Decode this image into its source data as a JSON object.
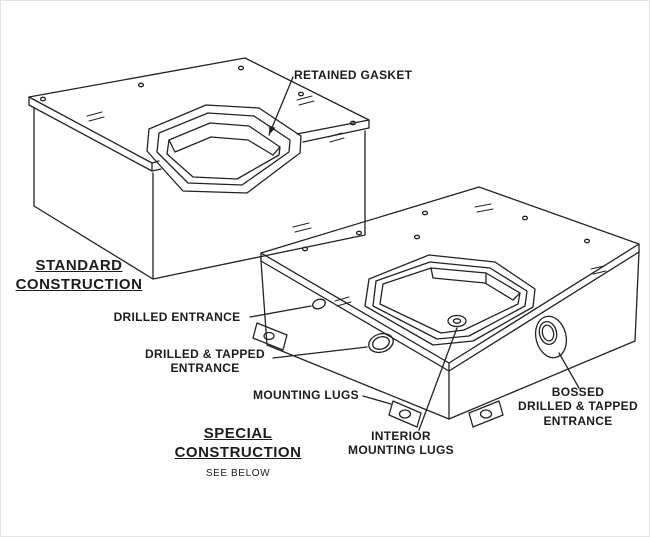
{
  "canvas": {
    "background": "#ffffff",
    "line_color": "#222222",
    "text_color": "#1c1c1c"
  },
  "standard_figure": {
    "caption_line1": "STANDARD",
    "caption_line2": "CONSTRUCTION",
    "callout_retained_gasket": "RETAINED GASKET"
  },
  "special_figure": {
    "caption_line1": "SPECIAL",
    "caption_line2": "CONSTRUCTION",
    "caption_note": "SEE BELOW",
    "callout_drilled_entrance": "DRILLED ENTRANCE",
    "callout_drilled_tapped_line1": "DRILLED & TAPPED",
    "callout_drilled_tapped_line2": "ENTRANCE",
    "callout_mounting_lugs": "MOUNTING LUGS",
    "callout_interior_line1": "INTERIOR",
    "callout_interior_line2": "MOUNTING LUGS",
    "callout_bossed_line1": "BOSSED",
    "callout_bossed_line2": "DRILLED & TAPPED",
    "callout_bossed_line3": "ENTRANCE"
  }
}
